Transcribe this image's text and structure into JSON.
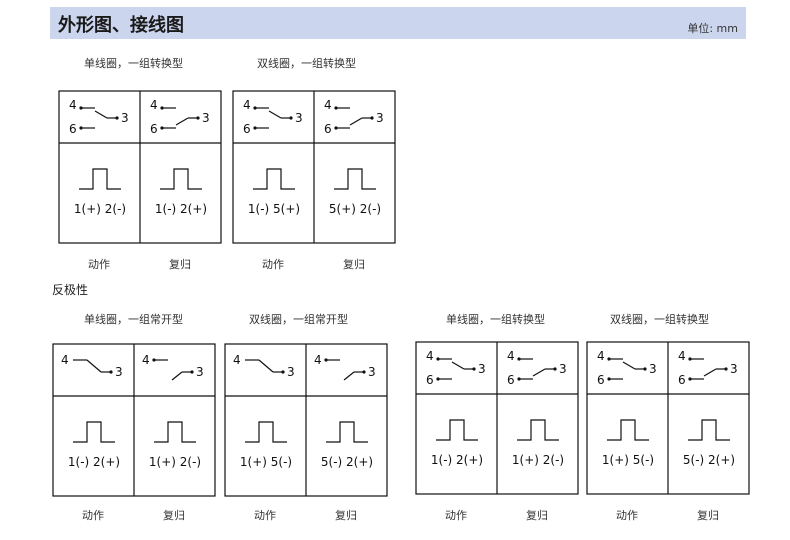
{
  "header": {
    "title": "外形图、接线图",
    "unit": "单位: mm"
  },
  "section_reverse": "反极性",
  "groups": [
    {
      "caption": "单线圈，一组转换型",
      "type": "changeover",
      "cells": [
        {
          "state": "action",
          "pins": [
            "4",
            "6",
            "3"
          ],
          "pulse_text": "1(+)  2(-)",
          "label": "动作"
        },
        {
          "state": "reset",
          "pins": [
            "4",
            "6",
            "3"
          ],
          "pulse_text": "1(-)  2(+)",
          "label": "复归"
        }
      ]
    },
    {
      "caption": "双线圈，一组转换型",
      "type": "changeover",
      "cells": [
        {
          "state": "action",
          "pins": [
            "4",
            "6",
            "3"
          ],
          "pulse_text": "1(-)  5(+)",
          "label": "动作"
        },
        {
          "state": "reset",
          "pins": [
            "4",
            "6",
            "3"
          ],
          "pulse_text": "5(+)  2(-)",
          "label": "复归"
        }
      ]
    },
    {
      "caption": "单线圈，一组常开型",
      "type": "no",
      "cells": [
        {
          "state": "action",
          "pins": [
            "4",
            "3"
          ],
          "pulse_text": "1(-)  2(+)",
          "label": "动作"
        },
        {
          "state": "reset",
          "pins": [
            "4",
            "3"
          ],
          "pulse_text": "1(+)  2(-)",
          "label": "复归"
        }
      ]
    },
    {
      "caption": "双线圈，一组常开型",
      "type": "no",
      "cells": [
        {
          "state": "action",
          "pins": [
            "4",
            "3"
          ],
          "pulse_text": "1(+)  5(-)",
          "label": "动作"
        },
        {
          "state": "reset",
          "pins": [
            "4",
            "3"
          ],
          "pulse_text": "5(-)  2(+)",
          "label": "复归"
        }
      ]
    },
    {
      "caption": "单线圈，一组转换型",
      "type": "changeover",
      "cells": [
        {
          "state": "action",
          "pins": [
            "4",
            "6",
            "3"
          ],
          "pulse_text": "1(-)  2(+)",
          "label": "动作"
        },
        {
          "state": "reset",
          "pins": [
            "4",
            "6",
            "3"
          ],
          "pulse_text": "1(+)  2(-)",
          "label": "复归"
        }
      ]
    },
    {
      "caption": "双线圈，一组转换型",
      "type": "changeover",
      "cells": [
        {
          "state": "action",
          "pins": [
            "4",
            "6",
            "3"
          ],
          "pulse_text": "1(+)  5(-)",
          "label": "动作"
        },
        {
          "state": "reset",
          "pins": [
            "4",
            "6",
            "3"
          ],
          "pulse_text": "5(-)  2(+)",
          "label": "复归"
        }
      ]
    }
  ]
}
